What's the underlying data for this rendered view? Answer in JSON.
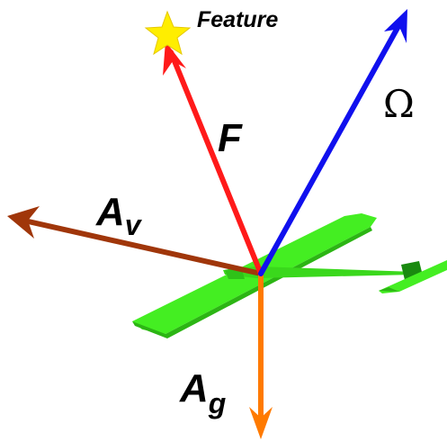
{
  "labels": {
    "feature": "Feature",
    "force": "F",
    "omega": "Ω",
    "airspeed_accel_main": "A",
    "airspeed_accel_sub": "v",
    "gravity_accel_main": "A",
    "gravity_accel_sub": "g"
  },
  "colors": {
    "force": "#ff1a1a",
    "omega": "#1010ee",
    "airspeed_accel": "#a0360a",
    "gravity_accel": "#ff7a00",
    "feature_star": "#ffee00",
    "aircraft": "#44ee22",
    "aircraft_dark": "#1a8a10"
  },
  "icons": {
    "feature_marker": "star-icon"
  }
}
